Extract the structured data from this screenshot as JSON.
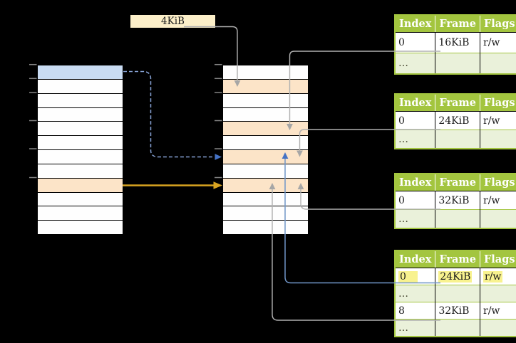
{
  "page_size_box": {
    "label": "4KiB"
  },
  "virtual_memory": {
    "rows": [
      "blue",
      "white",
      "white",
      "white",
      "white",
      "white",
      "white",
      "white",
      "orange",
      "white",
      "white",
      "white"
    ]
  },
  "physical_memory": {
    "rows": [
      "white",
      "orange",
      "white",
      "white",
      "orange",
      "white",
      "orange",
      "white",
      "orange",
      "white",
      "white",
      "white"
    ]
  },
  "page_tables": [
    {
      "name": "page-table-16kib",
      "columns": [
        "Index",
        "Frame",
        "Flags"
      ],
      "rows": [
        {
          "cells": [
            "0",
            "16KiB",
            "r/w"
          ],
          "shade": "white",
          "highlight": false
        },
        {
          "cells": [
            "…",
            "",
            ""
          ],
          "shade": "green",
          "highlight": false
        }
      ]
    },
    {
      "name": "page-table-24kib",
      "columns": [
        "Index",
        "Frame",
        "Flags"
      ],
      "rows": [
        {
          "cells": [
            "0",
            "24KiB",
            "r/w"
          ],
          "shade": "white",
          "highlight": false
        },
        {
          "cells": [
            "…",
            "",
            ""
          ],
          "shade": "green",
          "highlight": false
        }
      ]
    },
    {
      "name": "page-table-32kib",
      "columns": [
        "Index",
        "Frame",
        "Flags"
      ],
      "rows": [
        {
          "cells": [
            "0",
            "32KiB",
            "r/w"
          ],
          "shade": "white",
          "highlight": false
        },
        {
          "cells": [
            "…",
            "",
            ""
          ],
          "shade": "green",
          "highlight": false
        }
      ]
    },
    {
      "name": "page-table-level2",
      "columns": [
        "Index",
        "Frame",
        "Flags"
      ],
      "rows": [
        {
          "cells": [
            "0",
            "24KiB",
            "r/w"
          ],
          "shade": "white",
          "highlight": true
        },
        {
          "cells": [
            "…",
            "",
            ""
          ],
          "shade": "green",
          "highlight": false
        },
        {
          "cells": [
            "8",
            "32KiB",
            "r/w"
          ],
          "shade": "white",
          "highlight": false
        },
        {
          "cells": [
            "…",
            "",
            ""
          ],
          "shade": "green",
          "highlight": false
        }
      ]
    }
  ],
  "colors": {
    "background": "#000000",
    "table_header_green": "#A3C53F",
    "table_row_light_green": "#EAF1DA",
    "virtual_page_blue": "#C9DCF3",
    "mapped_page_orange": "#FCE4C8",
    "legend_box_cream": "#FCEFC9",
    "highlight_yellow": "#F8F28F",
    "connector_gray": "#B0B0B0",
    "connector_blue": "#7095C7",
    "arrowhead_blue": "#4472C4",
    "connector_gold": "#D9A421"
  }
}
